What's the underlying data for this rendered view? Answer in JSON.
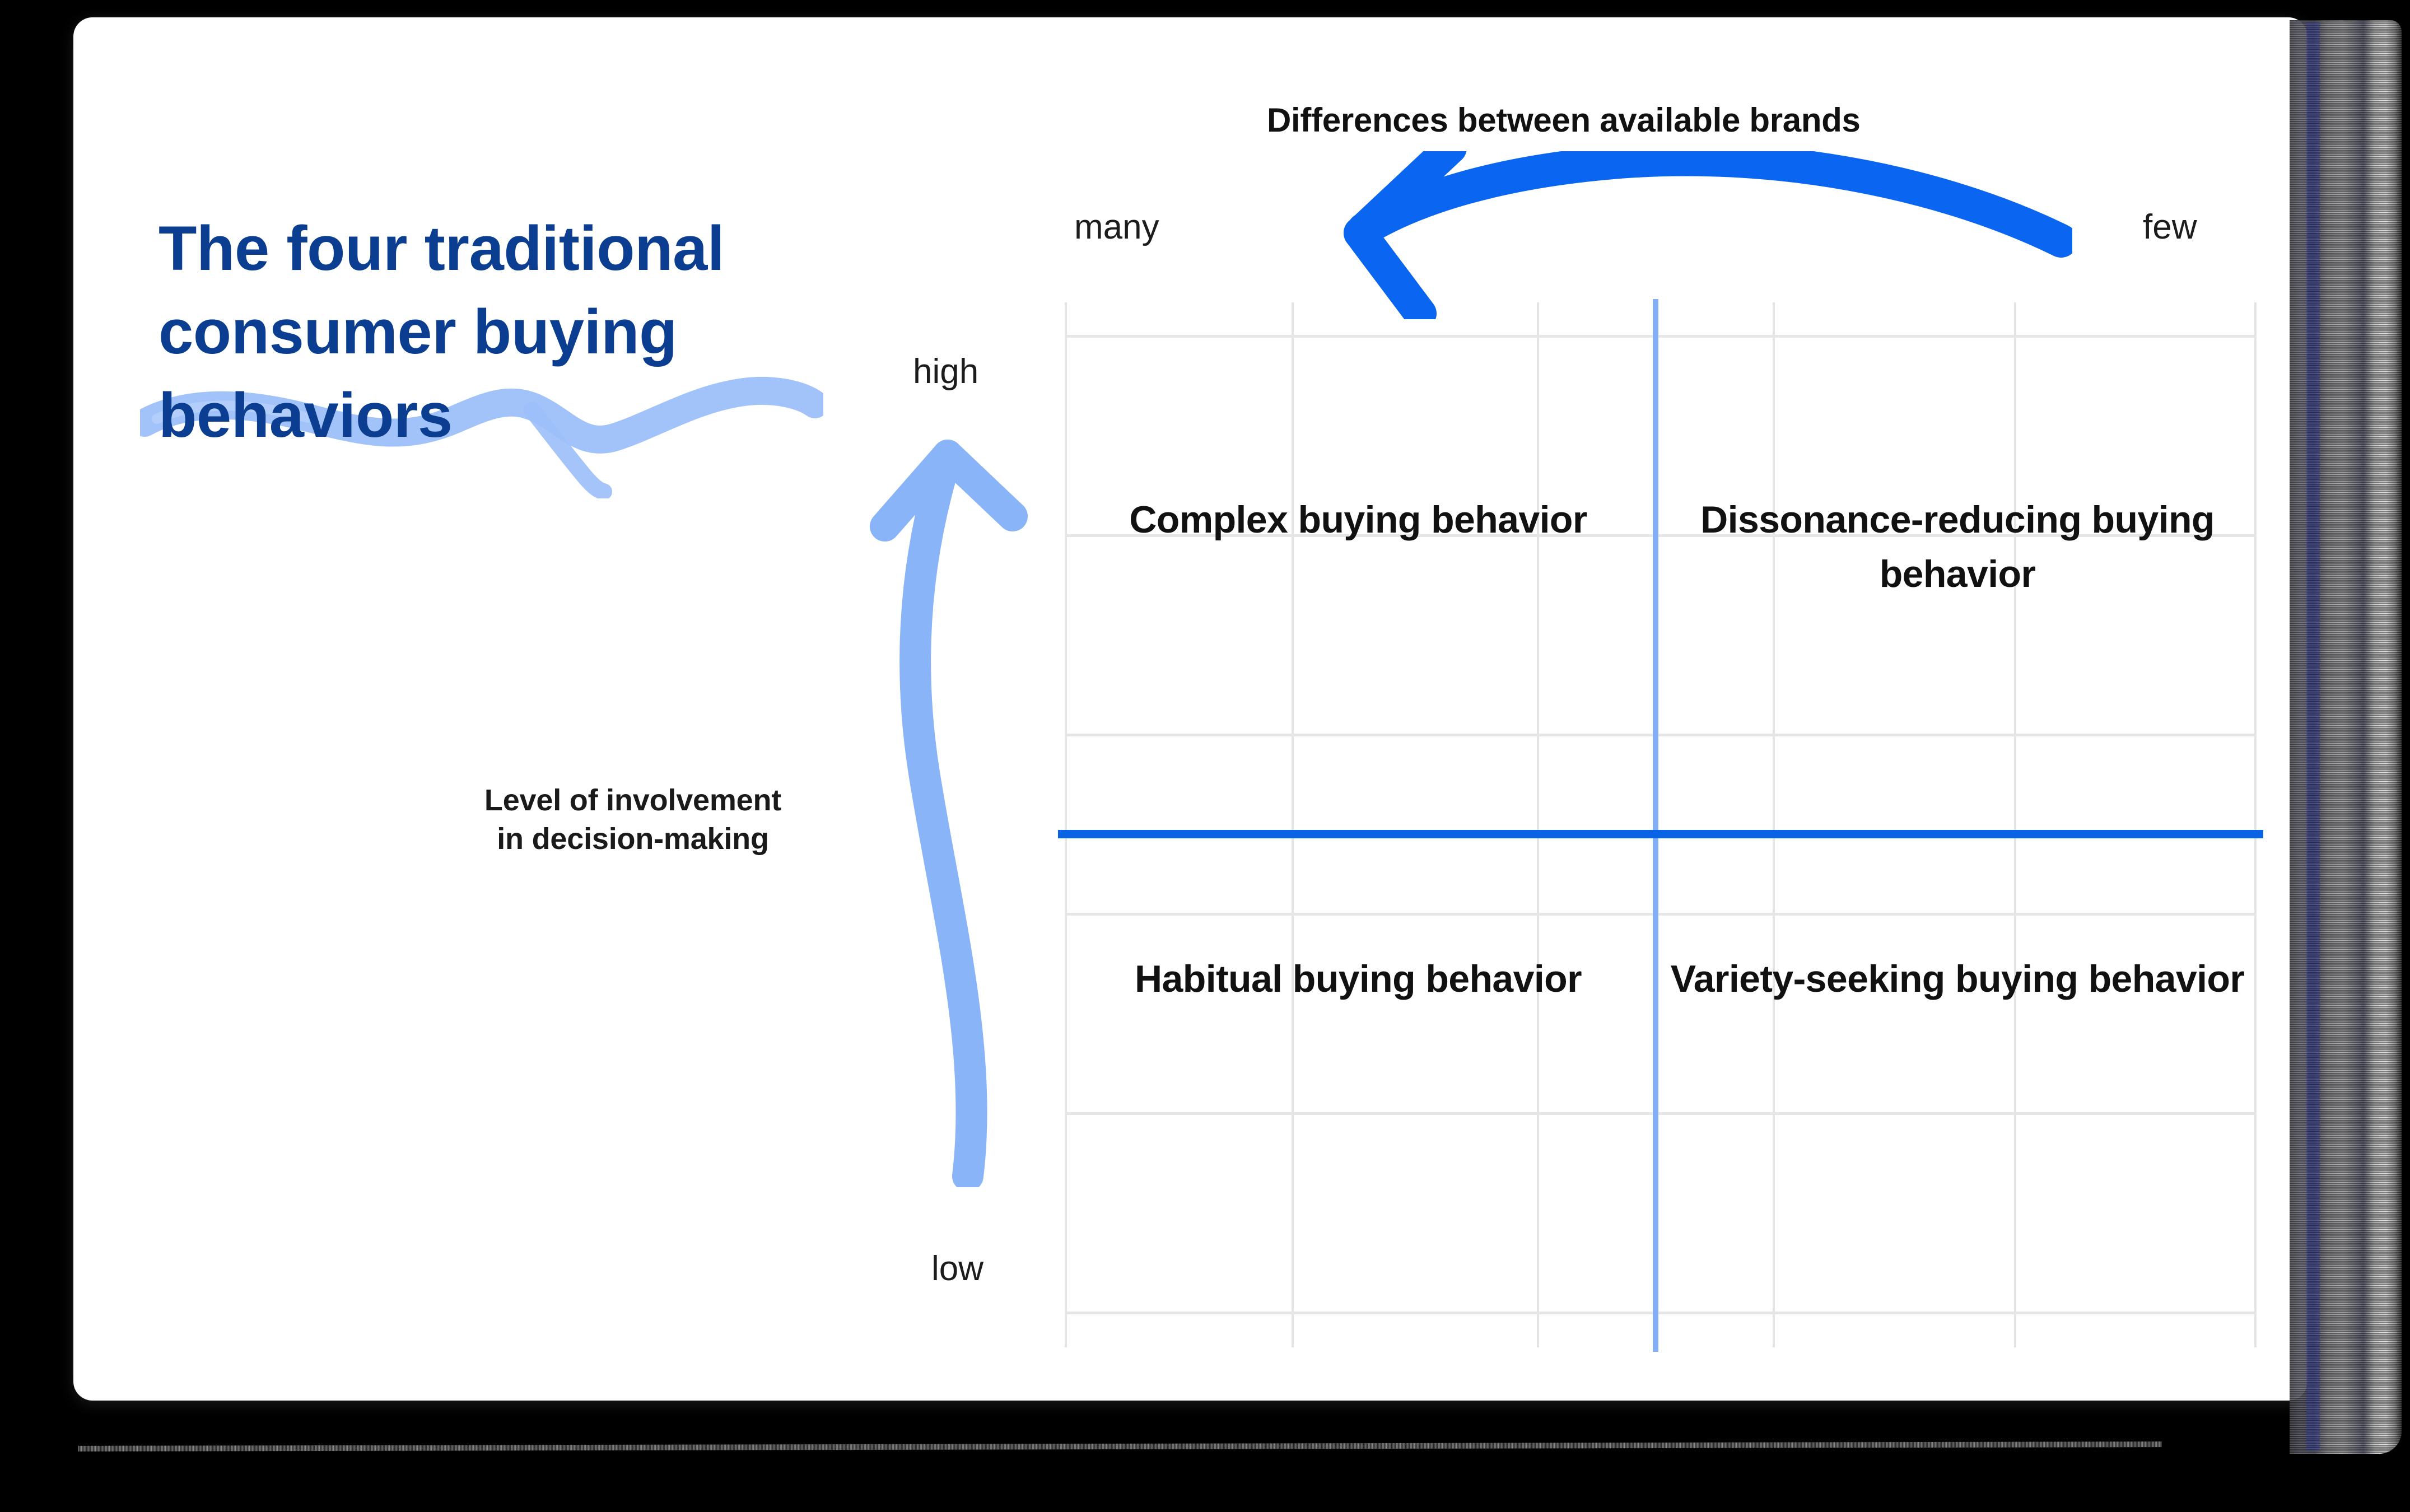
{
  "slide": {
    "headline": "The four traditional consumer buying behaviors",
    "headline_color": "#0b3d91",
    "background_color": "#000000",
    "card_color": "#ffffff"
  },
  "axes": {
    "x": {
      "title": "Differences between available brands",
      "left_label": "many",
      "right_label": "few",
      "arrow_direction": "right-to-left",
      "arrow_color": "#0a66f0"
    },
    "y": {
      "title_line1": "Level of involvement",
      "title_line2": "in decision-making",
      "top_label": "high",
      "bottom_label": "low",
      "arrow_direction": "bottom-to-top",
      "arrow_color": "#8ab4f8"
    }
  },
  "matrix": {
    "divider_vertical_color": "#83aef6",
    "divider_horizontal_color": "#0a63e4",
    "gridline_color": "#e4e4e4",
    "quadrants": [
      {
        "id": "complex",
        "label": "Complex buying behavior",
        "position": "top-left"
      },
      {
        "id": "dissonance",
        "label": "Dissonance-reducing buying behavior",
        "position": "top-right"
      },
      {
        "id": "habitual",
        "label": "Habitual buying behavior",
        "position": "bottom-left"
      },
      {
        "id": "variety",
        "label": "Variety-seeking buying behavior",
        "position": "bottom-right"
      }
    ]
  },
  "chart_data": {
    "type": "table",
    "title": "The four traditional consumer buying behaviors",
    "xlabel": "Differences between available brands",
    "ylabel": "Level of involvement in decision-making",
    "x_categories": [
      "many",
      "few"
    ],
    "y_categories": [
      "high",
      "low"
    ],
    "cells": [
      {
        "x": "many",
        "y": "high",
        "value": "Complex buying behavior"
      },
      {
        "x": "few",
        "y": "high",
        "value": "Dissonance-reducing buying behavior"
      },
      {
        "x": "many",
        "y": "low",
        "value": "Habitual buying behavior"
      },
      {
        "x": "few",
        "y": "low",
        "value": "Variety-seeking buying behavior"
      }
    ],
    "grid": true,
    "legend": "none",
    "annotations": [
      "Arrow along x-axis points from 'few' toward 'many' (right to left)",
      "Arrow along y-axis points from 'low' toward 'high' (bottom to top)"
    ]
  }
}
